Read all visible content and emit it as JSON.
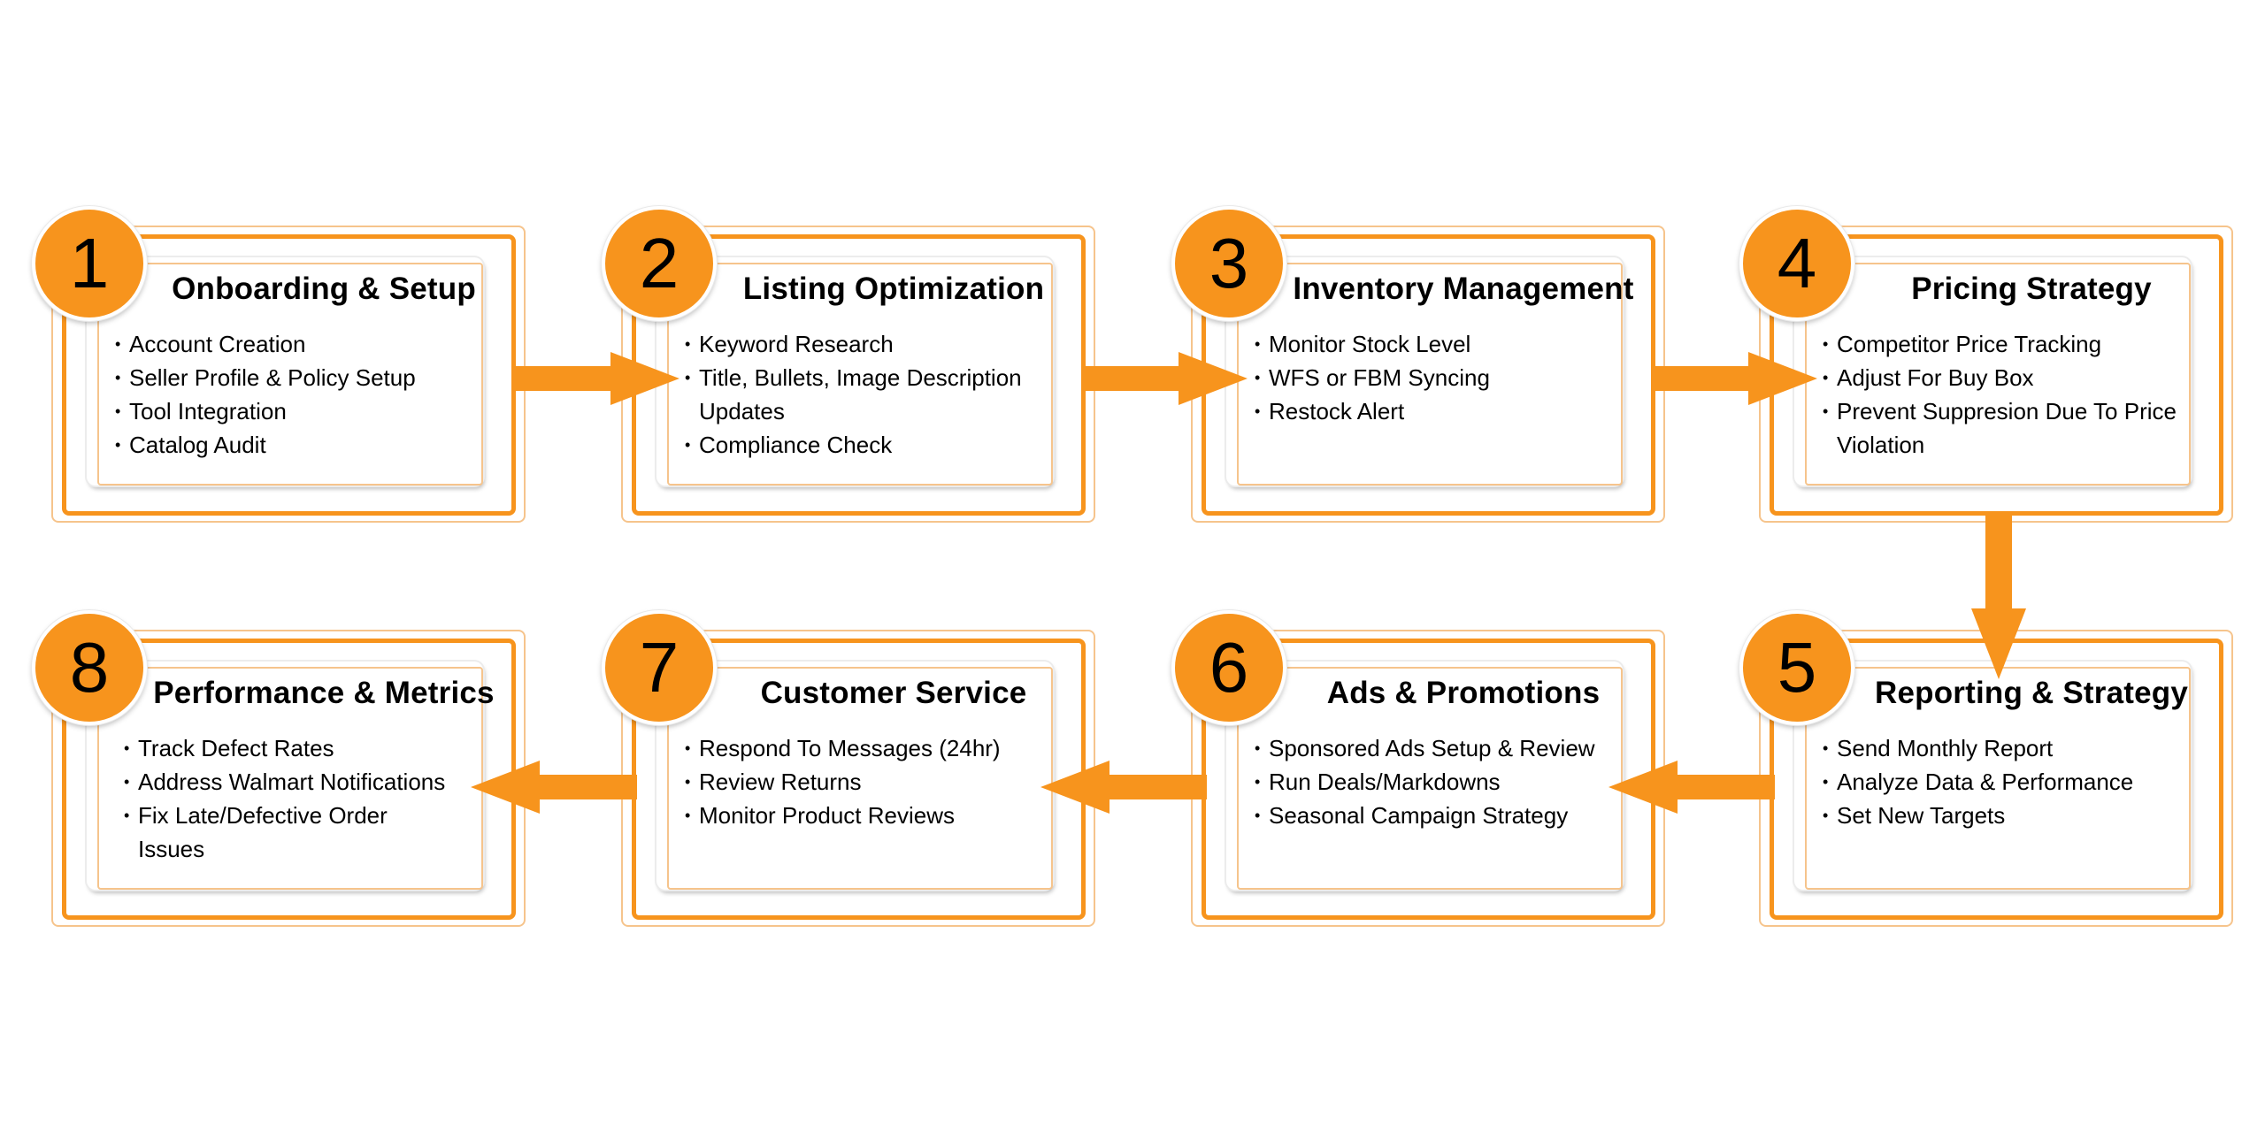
{
  "accent_color": "#f7941d",
  "steps": [
    {
      "number": "1",
      "title": "Onboarding & Setup",
      "items": [
        "Account Creation",
        "Seller Profile & Policy Setup",
        "Tool Integration",
        "Catalog Audit"
      ]
    },
    {
      "number": "2",
      "title": "Listing Optimization",
      "items": [
        "Keyword Research",
        "Title, Bullets, Image Description Updates",
        "Compliance Check"
      ]
    },
    {
      "number": "3",
      "title": "Inventory Management",
      "items": [
        "Monitor Stock Level",
        "WFS or FBM Syncing",
        "Restock Alert"
      ]
    },
    {
      "number": "4",
      "title": "Pricing Strategy",
      "items": [
        "Competitor Price Tracking",
        "Adjust For Buy Box",
        "Prevent Suppresion Due To Price Violation"
      ]
    },
    {
      "number": "5",
      "title": "Reporting & Strategy",
      "items": [
        "Send Monthly Report",
        "Analyze Data & Performance",
        "Set New Targets"
      ]
    },
    {
      "number": "6",
      "title": "Ads & Promotions",
      "items": [
        "Sponsored Ads Setup & Review",
        "Run Deals/Markdowns",
        "Seasonal Campaign Strategy"
      ]
    },
    {
      "number": "7",
      "title": "Customer Service",
      "items": [
        "Respond To Messages (24hr)",
        "Review Returns",
        "Monitor Product Reviews"
      ]
    },
    {
      "number": "8",
      "title": "Performance & Metrics",
      "items": [
        "Track Defect Rates",
        "Address Walmart Notifications",
        "Fix Late/Defective Order Issues"
      ]
    }
  ]
}
